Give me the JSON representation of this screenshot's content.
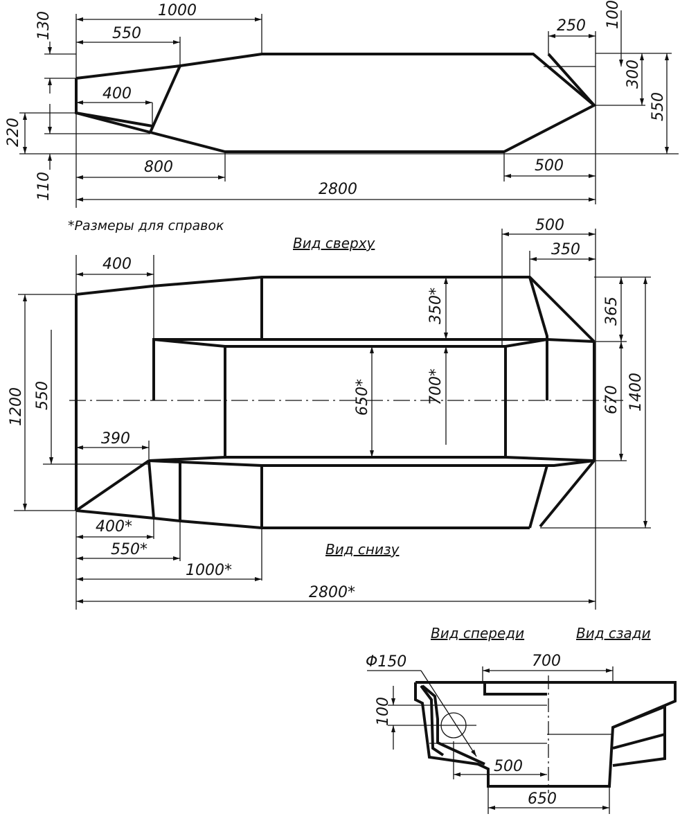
{
  "notes": {
    "reference_note": "*Размеры для справок"
  },
  "views": {
    "top_title": "Вид сверху",
    "bottom_title": "Вид снизу",
    "front_title": "Вид спереди",
    "rear_title": "Вид сзади"
  },
  "side_view": {
    "dims": {
      "d1000": "1000",
      "d550": "550",
      "d400": "400",
      "d800": "800",
      "d2800": "2800",
      "d250": "250",
      "d500": "500",
      "d130": "130",
      "d220": "220",
      "d110": "110",
      "d100": "100",
      "d300": "300",
      "d550v": "550"
    }
  },
  "plan_view": {
    "dims": {
      "d400": "400",
      "d500": "500",
      "d350": "350",
      "d1200": "1200",
      "d550": "550",
      "d390": "390",
      "d350s": "350*",
      "d700s": "700*",
      "d650s": "650*",
      "d365": "365",
      "d670": "670",
      "d1400": "1400",
      "d400s": "400*",
      "d550s": "550*",
      "d1000s": "1000*",
      "d2800s": "2800*"
    }
  },
  "end_view": {
    "dims": {
      "phi150": "Φ150",
      "d700": "700",
      "d100": "100",
      "d500": "500",
      "d650": "650"
    }
  }
}
